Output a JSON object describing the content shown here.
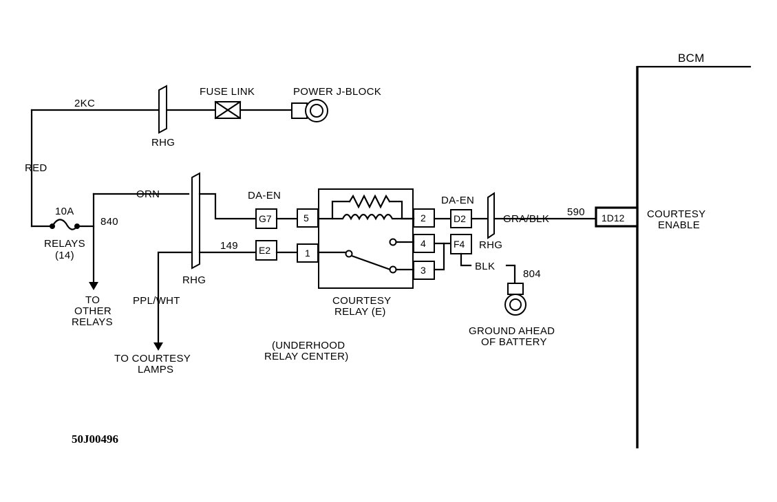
{
  "labels": {
    "bcm": "BCM",
    "fuse_link": "FUSE LINK",
    "power_jblock": "POWER J-BLOCK",
    "wire_2kc": "2KC",
    "rhg": "RHG",
    "red": "RED",
    "orn": "ORN",
    "fuse_10a": "10A",
    "wire_840": "840",
    "relays": "RELAYS",
    "relays_count": "(14)",
    "to": "TO",
    "other": "OTHER",
    "relays2": "RELAYS",
    "wire_149": "149",
    "ppl_wht": "PPL/WHT",
    "to_courtesy": "TO COURTESY",
    "lamps": "LAMPS",
    "da_en": "DA-EN",
    "g7": "G7",
    "e2": "E2",
    "pin5": "5",
    "pin1": "1",
    "pin2": "2",
    "pin4": "4",
    "pin3": "3",
    "d2": "D2",
    "f4": "F4",
    "courtesy": "COURTESY",
    "relay_e": "RELAY (E)",
    "underhood": "(UNDERHOOD",
    "relay_center": "RELAY CENTER)",
    "gra_blk": "GRA/BLK",
    "wire_590": "590",
    "c1d12": "1D12",
    "courtesy_enable_1": "COURTESY",
    "courtesy_enable_2": "ENABLE",
    "blk": "BLK",
    "wire_804": "804",
    "ground_ahead": "GROUND AHEAD",
    "of_battery": "OF BATTERY",
    "figure_code": "50J00496"
  }
}
